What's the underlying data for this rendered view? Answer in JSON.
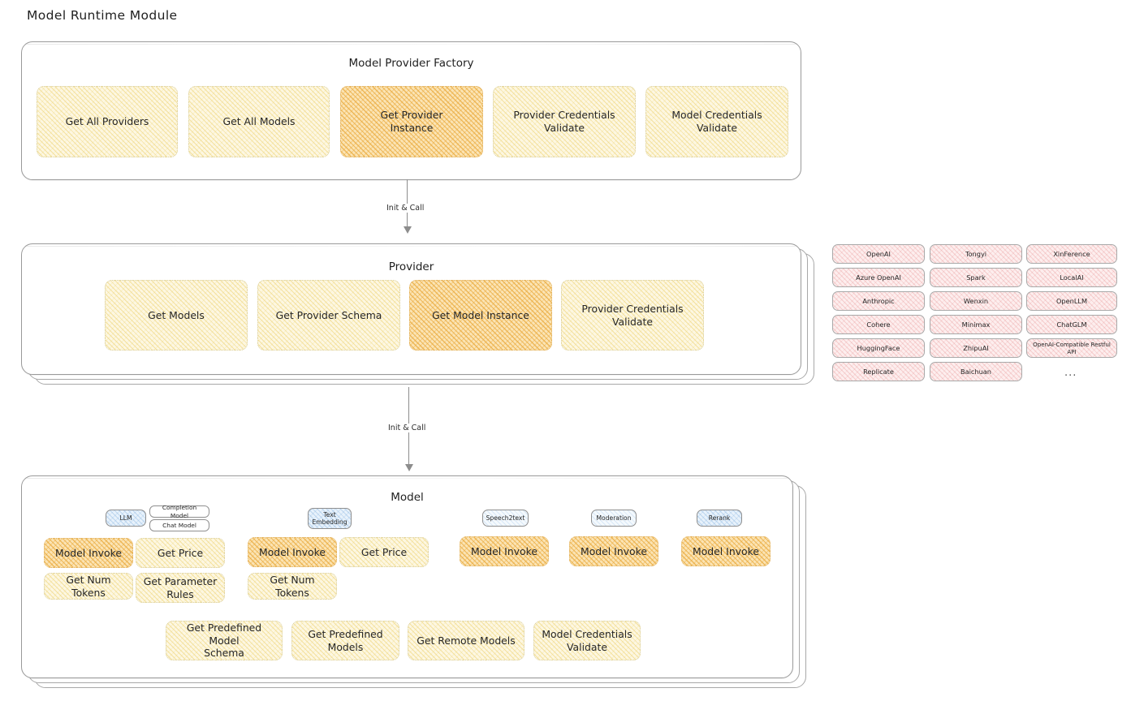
{
  "page": {
    "title": "Model Runtime Module"
  },
  "factory": {
    "title": "Model Provider Factory",
    "nodes": [
      {
        "label": "Get All Providers",
        "style": "yellow"
      },
      {
        "label": "Get All Models",
        "style": "yellow"
      },
      {
        "label": "Get Provider\nInstance",
        "style": "orange"
      },
      {
        "label": "Provider Credentials\nValidate",
        "style": "yellow"
      },
      {
        "label": "Model Credentials\nValidate",
        "style": "yellow"
      }
    ]
  },
  "arrow1": {
    "label": "Init & Call"
  },
  "provider": {
    "title": "Provider",
    "nodes": [
      {
        "label": "Get Models",
        "style": "yellow"
      },
      {
        "label": "Get Provider Schema",
        "style": "yellow"
      },
      {
        "label": "Get Model Instance",
        "style": "orange"
      },
      {
        "label": "Provider Credentials\nValidate",
        "style": "yellow"
      }
    ]
  },
  "provider_list": {
    "columns": [
      [
        "OpenAI",
        "Azure OpenAI",
        "Anthropic",
        "Cohere",
        "HuggingFace",
        "Replicate"
      ],
      [
        "Tongyi",
        "Spark",
        "Wenxin",
        "Minimax",
        "ZhipuAI",
        "Baichuan"
      ],
      [
        "XinFerence",
        "LocalAI",
        "OpenLLM",
        "ChatGLM",
        "OpenAI-Compatible Restful API"
      ]
    ],
    "more": "..."
  },
  "arrow2": {
    "label": "Init & Call"
  },
  "model": {
    "title": "Model",
    "more": "...",
    "types": [
      {
        "name": "LLM",
        "style": "blue",
        "sub": [
          "Completion Model",
          "Chat Model"
        ]
      },
      {
        "name": "Text\nEmbedding",
        "style": "blue",
        "sub": []
      },
      {
        "name": "Speech2text",
        "style": "blue-pale",
        "sub": []
      },
      {
        "name": "Moderation",
        "style": "blue-pale",
        "sub": []
      },
      {
        "name": "Rerank",
        "style": "blue",
        "sub": []
      }
    ],
    "ops": [
      {
        "label": "Model Invoke",
        "style": "orange"
      },
      {
        "label": "Get Price",
        "style": "yellow"
      },
      {
        "label": "Get Num Tokens",
        "style": "yellow"
      },
      {
        "label": "Get Parameter\nRules",
        "style": "yellow"
      },
      {
        "label": "Model Invoke",
        "style": "orange"
      },
      {
        "label": "Get Price",
        "style": "yellow"
      },
      {
        "label": "Get Num Tokens",
        "style": "yellow"
      },
      {
        "label": "Model Invoke",
        "style": "orange"
      },
      {
        "label": "Model Invoke",
        "style": "orange"
      },
      {
        "label": "Model Invoke",
        "style": "orange"
      }
    ],
    "shared": [
      {
        "label": "Get Predefined Model\nSchema",
        "style": "yellow"
      },
      {
        "label": "Get Predefined\nModels",
        "style": "yellow"
      },
      {
        "label": "Get Remote Models",
        "style": "yellow"
      },
      {
        "label": "Model Credentials\nValidate",
        "style": "yellow"
      }
    ]
  }
}
